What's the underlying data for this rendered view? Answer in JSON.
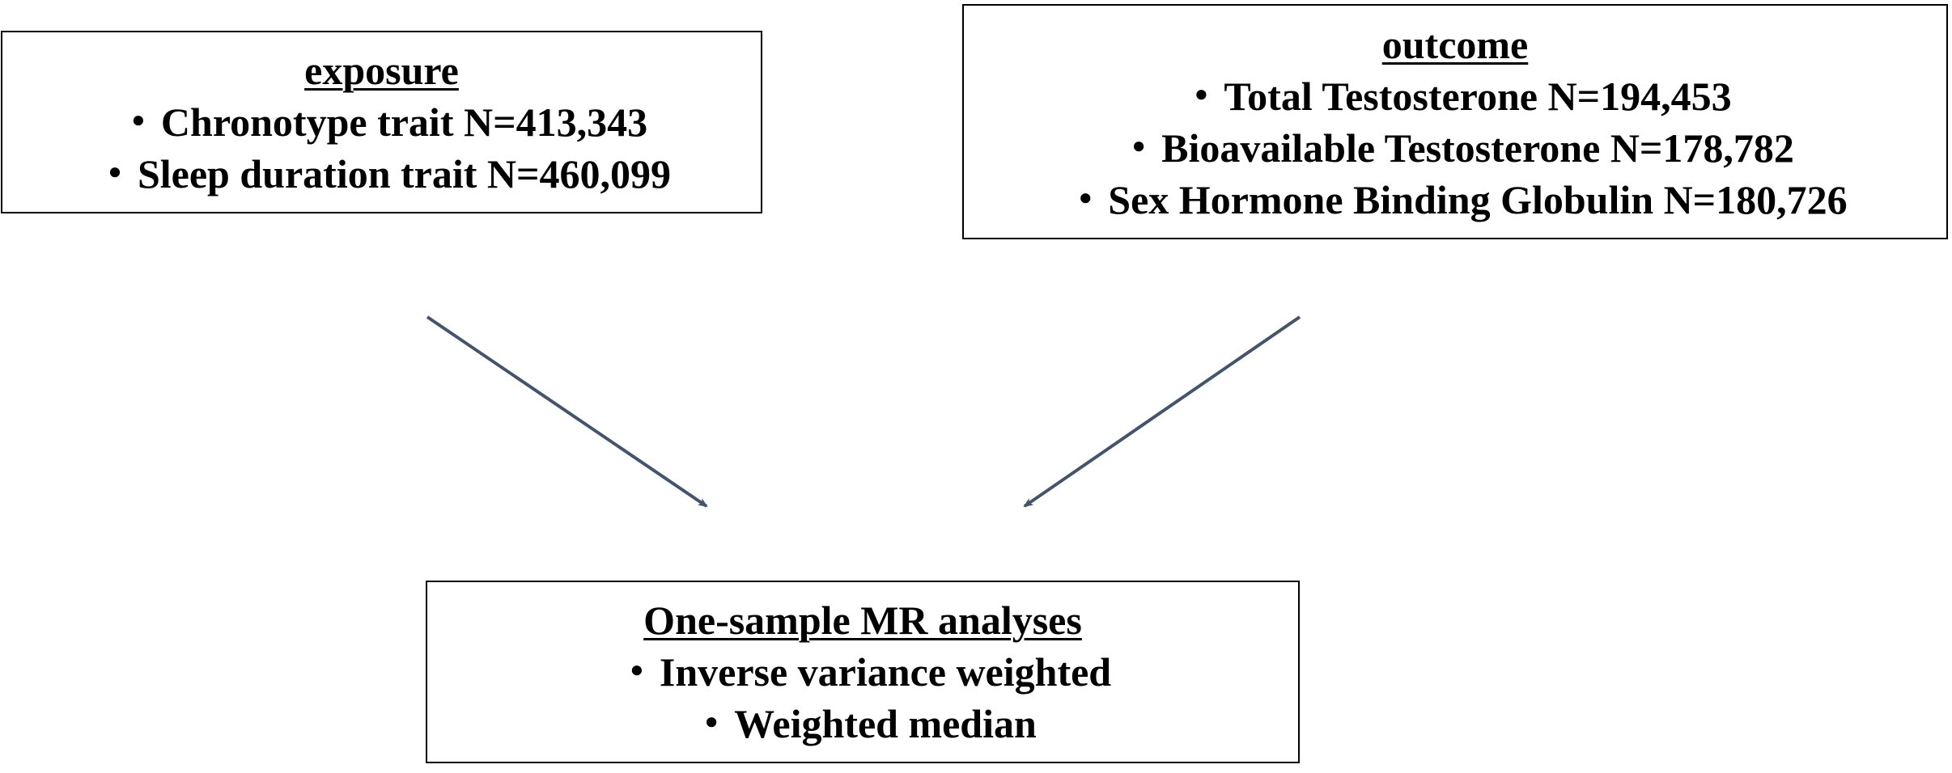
{
  "exposure": {
    "title": "exposure",
    "items": [
      {
        "bullet": "・",
        "text": "Chronotype trait N=413,343"
      },
      {
        "bullet": "・",
        "text": "Sleep duration trait N=460,099"
      }
    ]
  },
  "outcome": {
    "title": "outcome",
    "items": [
      {
        "bullet": "・",
        "text": "Total Testosterone N=194,453"
      },
      {
        "bullet": "・",
        "text": "Bioavailable Testosterone N=178,782"
      },
      {
        "bullet": "・",
        "text": "Sex Hormone Binding Globulin N=180,726"
      }
    ]
  },
  "analysis": {
    "title": "One-sample MR analyses",
    "items": [
      {
        "bullet": "・",
        "text": "Inverse variance weighted"
      },
      {
        "bullet": "・",
        "text": "Weighted median"
      }
    ]
  },
  "colors": {
    "arrow": "#44546a",
    "border": "#000000"
  }
}
